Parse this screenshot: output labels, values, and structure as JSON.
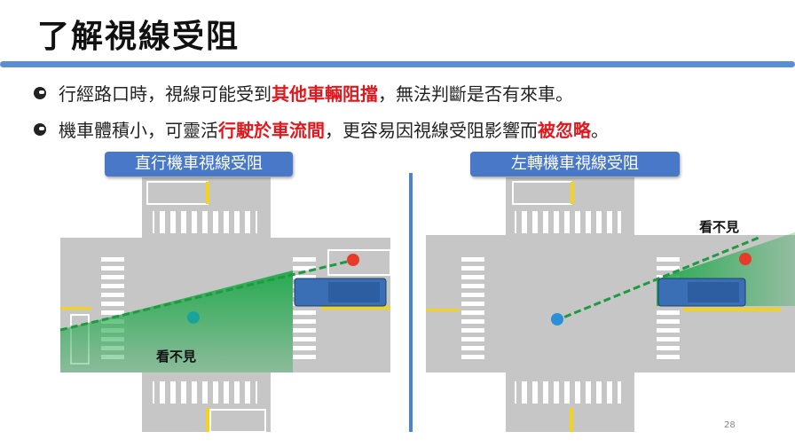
{
  "title": "了解視線受阻",
  "bullets": [
    {
      "parts": [
        "行經路口時，視線可能受到",
        "其他車輛阻擋",
        "，無法判斷是否有來車。"
      ]
    },
    {
      "parts": [
        "機車體積小，可靈活",
        "行駛於車流間",
        "，更容易因視線受阻影響而",
        "被忽略",
        "。"
      ]
    }
  ],
  "diagrams": [
    {
      "label": "直行機車視線受阻",
      "blind_text": "看不見"
    },
    {
      "label": "左轉機車視線受阻",
      "blind_text": "看不見"
    }
  ],
  "page_number": "28",
  "colors": {
    "accent": "#5b8ed1",
    "highlight": "#e0181e",
    "label_bg": "#4a78c8"
  }
}
